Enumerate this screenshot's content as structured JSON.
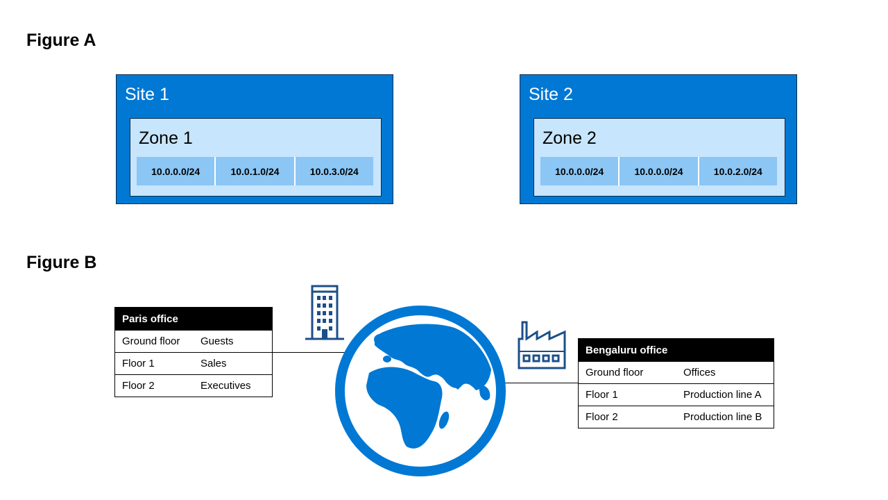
{
  "figure_a": {
    "title": "Figure A",
    "sites": [
      {
        "label": "Site 1",
        "zone": {
          "label": "Zone 1",
          "subnets": [
            "10.0.0.0/24",
            "10.0.1.0/24",
            "10.0.3.0/24"
          ]
        }
      },
      {
        "label": "Site 2",
        "zone": {
          "label": "Zone 2",
          "subnets": [
            "10.0.0.0/24",
            "10.0.0.0/24",
            "10.0.2.0/24"
          ]
        }
      }
    ]
  },
  "figure_b": {
    "title": "Figure B",
    "offices": [
      {
        "name": "Paris office",
        "icon": "office-building-icon",
        "rows": [
          {
            "floor": "Ground floor",
            "use": "Guests"
          },
          {
            "floor": "Floor 1",
            "use": "Sales"
          },
          {
            "floor": "Floor 2",
            "use": "Executives"
          }
        ]
      },
      {
        "name": "Bengaluru office",
        "icon": "factory-icon",
        "rows": [
          {
            "floor": "Ground floor",
            "use": "Offices"
          },
          {
            "floor": "Floor 1",
            "use": "Production line A"
          },
          {
            "floor": "Floor 2",
            "use": "Production line B"
          }
        ]
      }
    ],
    "globe_icon": "globe-icon"
  },
  "colors": {
    "site_blue": "#0078d4",
    "zone_light": "#c7e5fc",
    "subnet_mid": "#8bc6f5",
    "icon_dark_blue": "#1b4f8a"
  }
}
